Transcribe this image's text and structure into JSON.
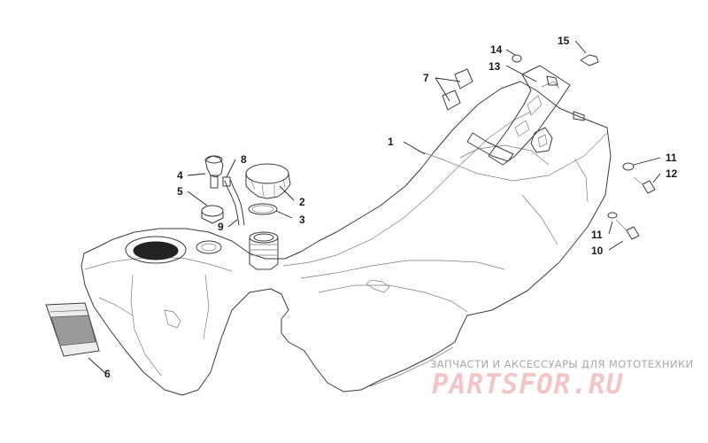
{
  "callouts": [
    {
      "num": "1"
    },
    {
      "num": "2"
    },
    {
      "num": "3"
    },
    {
      "num": "4"
    },
    {
      "num": "5"
    },
    {
      "num": "6"
    },
    {
      "num": "7"
    },
    {
      "num": "8"
    },
    {
      "num": "9"
    },
    {
      "num": "10"
    },
    {
      "num": "11"
    },
    {
      "num": "11"
    },
    {
      "num": "12"
    },
    {
      "num": "13"
    },
    {
      "num": "14"
    },
    {
      "num": "15"
    }
  ],
  "watermark": {
    "caption": "ЗАПЧАСТИ И АКСЕССУАРЫ ДЛЯ МОТОТЕХНИКИ",
    "logo": "PARTSFOR.RU",
    "logo_color": "#f2c6c6",
    "caption_color": "#a8a8a8"
  }
}
